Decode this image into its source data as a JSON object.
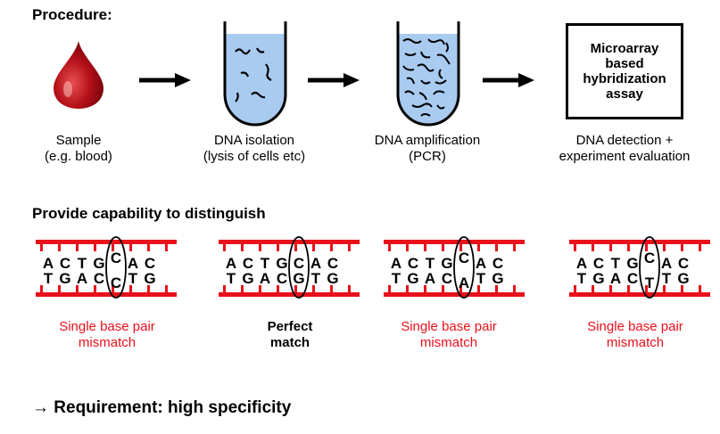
{
  "procedure": {
    "title": "Procedure:",
    "steps": [
      {
        "label_line1": "Sample",
        "label_line2": "(e.g. blood)",
        "icon": "blood-drop"
      },
      {
        "label_line1": "DNA isolation",
        "label_line2": "(lysis of cells etc)",
        "icon": "test-tube-few-strands"
      },
      {
        "label_line1": "DNA amplification",
        "label_line2": "(PCR)",
        "icon": "test-tube-many-strands"
      },
      {
        "label_line1": "DNA detection +",
        "label_line2": "experiment evaluation",
        "icon": "microarray-box"
      }
    ],
    "assay_box": [
      "Microarray",
      "based",
      "hybridization",
      "assay"
    ]
  },
  "distinguish": {
    "title": "Provide capability to distinguish",
    "pairs": [
      {
        "top": [
          "A",
          "C",
          "T",
          "G",
          "C",
          "A",
          "C"
        ],
        "bottom": [
          "T",
          "G",
          "A",
          "C",
          "C",
          "T",
          "G"
        ],
        "caption_line1": "Single base pair",
        "caption_line2": "mismatch",
        "caption_color": "#e8101a"
      },
      {
        "top": [
          "A",
          "C",
          "T",
          "G",
          "C",
          "A",
          "C"
        ],
        "bottom": [
          "T",
          "G",
          "A",
          "C",
          "G",
          "T",
          "G"
        ],
        "caption_line1": "Perfect",
        "caption_line2": "match",
        "caption_color": "#000000"
      },
      {
        "top": [
          "A",
          "C",
          "T",
          "G",
          "C",
          "A",
          "C"
        ],
        "bottom": [
          "T",
          "G",
          "A",
          "C",
          "A",
          "T",
          "G"
        ],
        "caption_line1": "Single base pair",
        "caption_line2": "mismatch",
        "caption_color": "#e8101a"
      },
      {
        "top": [
          "A",
          "C",
          "T",
          "G",
          "C",
          "A",
          "C"
        ],
        "bottom": [
          "T",
          "G",
          "A",
          "C",
          "T",
          "T",
          "G"
        ],
        "caption_line1": "Single base pair",
        "caption_line2": "mismatch",
        "caption_color": "#e8101a"
      }
    ]
  },
  "requirement": {
    "arrow": "→",
    "text": "Requirement: high specificity"
  },
  "colors": {
    "strand": "#e8101a",
    "liquid": "#a9cbf0",
    "blood": "#c0101a"
  }
}
